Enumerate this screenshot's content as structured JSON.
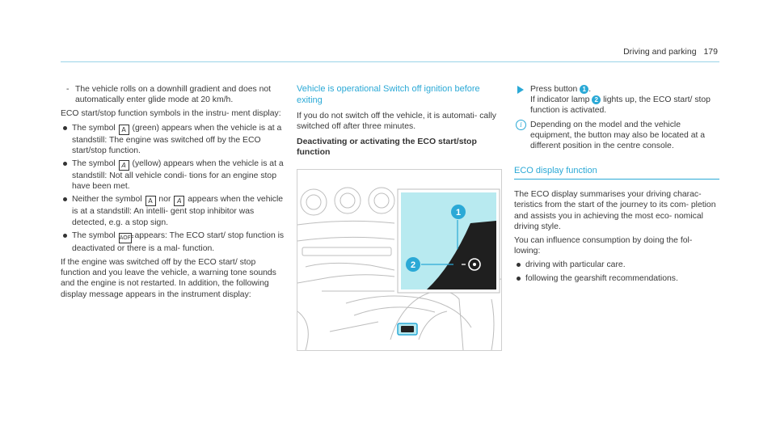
{
  "header": {
    "section": "Driving and parking",
    "page_number": "179"
  },
  "col1": {
    "dash_item": "The vehicle rolls on a downhill gradient and does not automatically enter glide mode at 20 km/h.",
    "dash_marker": "-",
    "intro": "ECO start/stop function symbols in the instru- ment display:",
    "bullets": [
      {
        "pre": "The symbol",
        "sym": "A",
        "post": "(green) appears when the vehicle is at a standstill: The engine was switched off by the ECO start/stop function."
      },
      {
        "pre": "The symbol",
        "sym": "A",
        "post": "(yellow) appears when the vehicle is at a standstill: Not all vehicle condi- tions for an engine stop have been met."
      },
      {
        "pre": "Neither the symbol",
        "sym": "A",
        "mid": "nor",
        "sym2": "A",
        "post": "appears when the vehicle is at a standstill: An intelli- gent stop inhibitor was detected, e.g. a stop sign."
      },
      {
        "pre": "The symbol",
        "sym": "AOFF",
        "post": "appears: The ECO start/ stop function is deactivated or there is a mal- function."
      }
    ],
    "outro": "If the engine was switched off by the ECO start/ stop function and you leave the vehicle, a warning tone sounds and the engine is not restarted. In addition, the following display message appears in the instrument display:"
  },
  "col2": {
    "section_title": "Vehicle is operational Switch off ignition before exiting",
    "body": "If you do not switch off the vehicle, it is automati- cally switched off after three minutes.",
    "sub_title": "Deactivating or activating the ECO start/stop function",
    "figure": {
      "callout_1": "1",
      "callout_2": "2"
    }
  },
  "col3": {
    "step_pre": "Press button",
    "step_num": "1",
    "step_post": ".",
    "step_line2_pre": "If indicator lamp",
    "step_line2_num": "2",
    "step_line2_post": "lights up, the ECO start/ stop function is activated.",
    "note_icon": "i",
    "note": "Depending on the model and the vehicle equipment, the button may also be located at a different position in the centre console.",
    "eco_title": "ECO display function",
    "eco_body": "The ECO display summarises your driving charac- teristics from the start of the journey to its com- pletion and assists you in achieving the most eco- nomical driving style.",
    "eco_body2": "You can influence consumption by doing the fol- lowing:",
    "eco_bullets": [
      "driving with particular care.",
      "following the gearshift recommendations."
    ]
  },
  "colors": {
    "accent": "#2ba9d6",
    "callout_bg": "#b8eaf0"
  }
}
